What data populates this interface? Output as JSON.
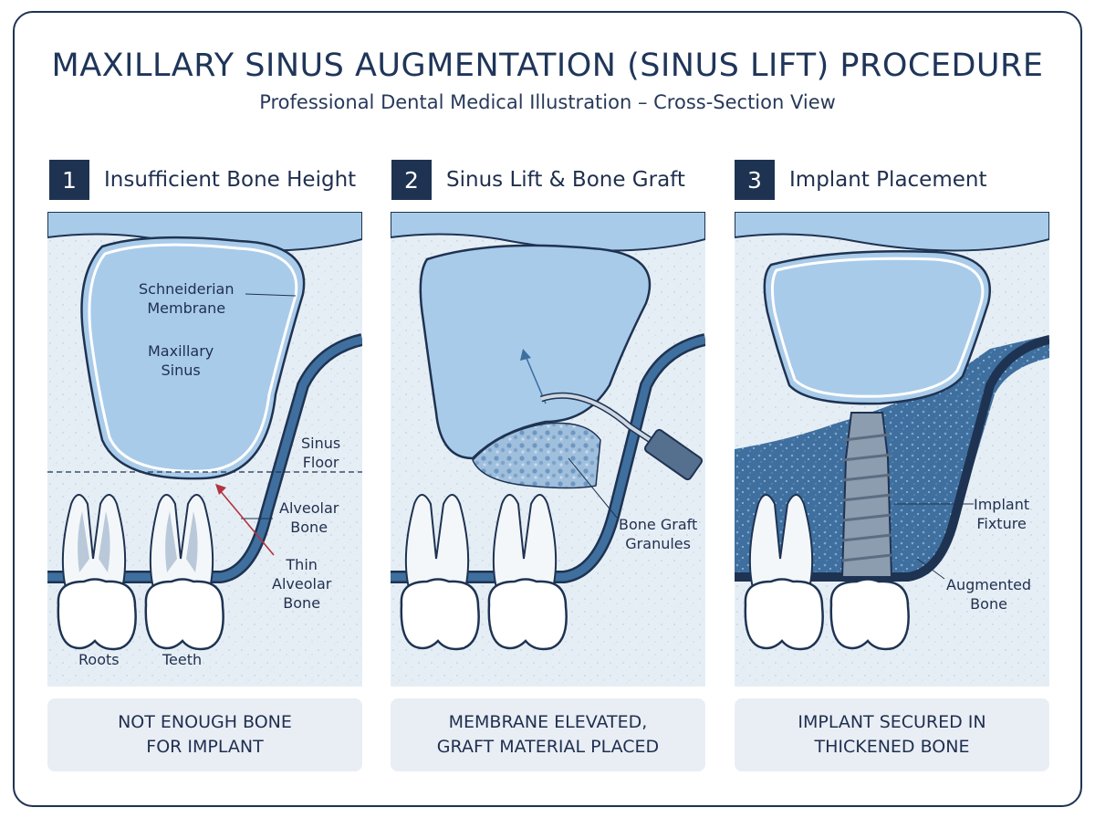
{
  "title": "MAXILLARY SINUS AUGMENTATION (SINUS LIFT) PROCEDURE",
  "subtitle": "Professional Dental Medical Illustration – Cross-Section View",
  "steps": [
    {
      "number": "1",
      "title": "Insufficient Bone Height",
      "caption": "NOT ENOUGH BONE\nFOR IMPLANT",
      "labels": {
        "membrane": "Schneiderian\nMembrane",
        "sinus": "Maxillary\nSinus",
        "sinus_floor": "Sinus\nFloor",
        "alveolar": "Alveolar\nBone",
        "thin_alveolar": "Thin\nAlveolar\nBone",
        "roots": "Roots",
        "teeth": "Teeth"
      }
    },
    {
      "number": "2",
      "title": "Sinus Lift & Bone Graft",
      "caption": "MEMBRANE ELEVATED,\nGRAFT MATERIAL PLACED",
      "labels": {
        "graft": "Bone Graft\nGranules"
      }
    },
    {
      "number": "3",
      "title": "Implant Placement",
      "caption": "IMPLANT SECURED IN\nTHICKENED BONE",
      "labels": {
        "implant": "Implant\nFixture",
        "augmented": "Augmented\nBone"
      }
    }
  ],
  "colors": {
    "navy": "#1e3352",
    "sinus_fill": "#a9cbea",
    "bone_bg": "#e6eef5",
    "bone_dark": "#3f6f9e",
    "arrow_red": "#b2343f",
    "caption_bg": "#e9eef5"
  }
}
